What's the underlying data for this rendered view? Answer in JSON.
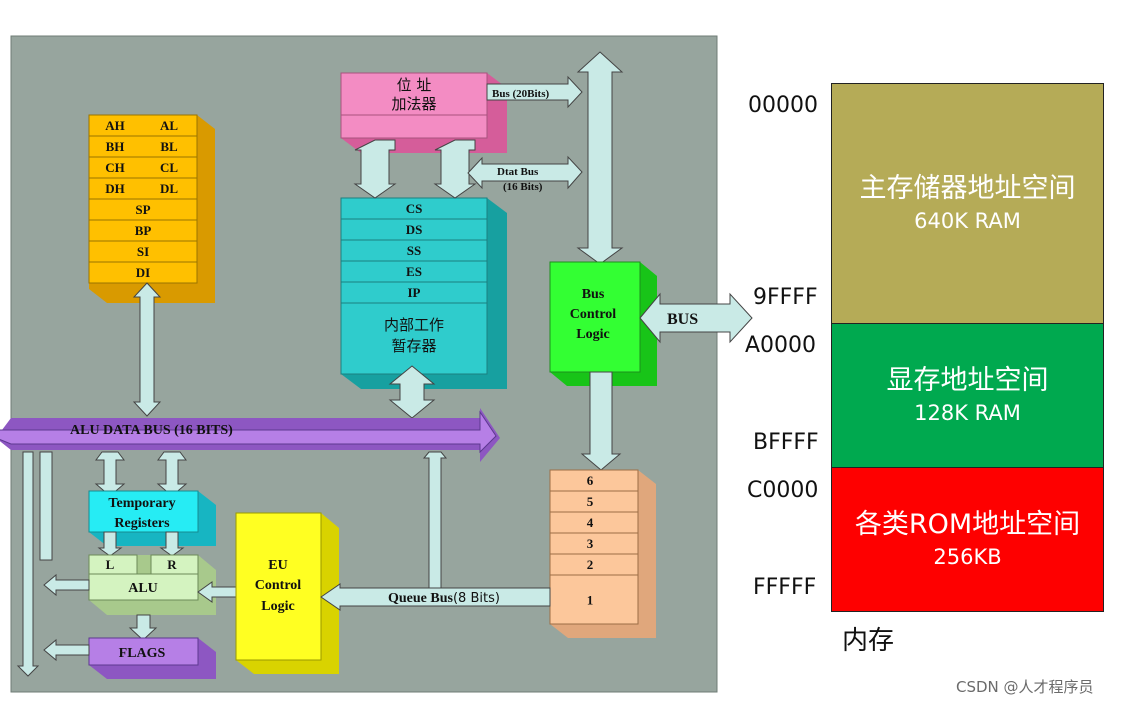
{
  "diagram": {
    "gpr": [
      {
        "left": "AH",
        "right": "AL"
      },
      {
        "left": "BH",
        "right": "BL"
      },
      {
        "left": "CH",
        "right": "CL"
      },
      {
        "left": "DH",
        "right": "DL"
      }
    ],
    "ptr_regs": [
      "SP",
      "BP",
      "SI",
      "DI"
    ],
    "addr_adder": [
      "位 址",
      "加法器"
    ],
    "bus20": "Bus (20Bits)",
    "dtat_bus": [
      "Dtat Bus",
      "(16 Bits)"
    ],
    "seg_regs": [
      "CS",
      "DS",
      "SS",
      "ES",
      "IP"
    ],
    "internal_regs": [
      "内部工作",
      "暂存器"
    ],
    "bus_control": [
      "Bus",
      "Control",
      "Logic"
    ],
    "bus": "BUS",
    "alu_bus": "ALU DATA BUS (16 BITS)",
    "temp_regs": [
      "Temporary",
      "Registers"
    ],
    "alu_l": "L",
    "alu_r": "R",
    "alu": "ALU",
    "flags": "FLAGS",
    "eu_control": [
      "EU",
      "Control",
      "Logic"
    ],
    "queue_bus": "Queue  Bus",
    "queue_bits": "(8 Bits)",
    "queue": [
      "6",
      "5",
      "4",
      "3",
      "2",
      "1"
    ]
  },
  "memory": {
    "addresses": [
      "00000",
      "9FFFF",
      "A0000",
      "BFFFF",
      "C0000",
      "FFFFF"
    ],
    "blocks": [
      {
        "title": "主存储器地址空间",
        "size": "640K RAM",
        "color": "#b5ab57"
      },
      {
        "title": "显存地址空间",
        "size": "128K RAM",
        "color": "#00a94f"
      },
      {
        "title": "各类ROM地址空间",
        "size": "256KB",
        "color": "#fe0000"
      }
    ],
    "caption": "内存"
  },
  "watermark": "CSDN @人才程序员"
}
